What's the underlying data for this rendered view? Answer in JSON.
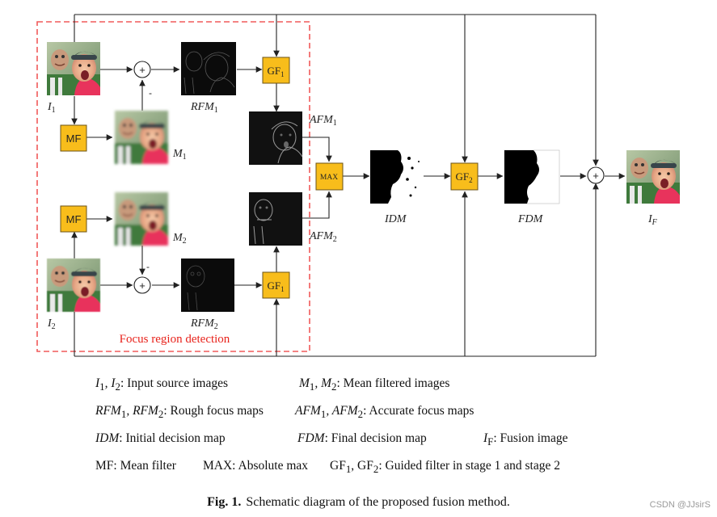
{
  "diagram": {
    "blocks": {
      "mf_top": "MF",
      "mf_bottom": "MF",
      "gf1_top": "GF",
      "gf1_top_sub": "1",
      "gf1_bottom": "GF",
      "gf1_bottom_sub": "1",
      "max": "MAX",
      "gf2": "GF",
      "gf2_sub": "2"
    },
    "ops": {
      "sum_top": "+",
      "sum_bottom": "+",
      "sum_final": "+",
      "minus_top": "-",
      "minus_bottom": "-"
    },
    "image_labels": {
      "i1": "I",
      "i1_sub": "1",
      "i2": "I",
      "i2_sub": "2",
      "m1": "M",
      "m1_sub": "1",
      "m2": "M",
      "m2_sub": "2",
      "rfm1": "RFM",
      "rfm1_sub": "1",
      "rfm2": "RFM",
      "rfm2_sub": "2",
      "afm1": "AFM",
      "afm1_sub": "1",
      "afm2": "AFM",
      "afm2_sub": "2",
      "idm": "IDM",
      "fdm": "FDM",
      "if": "I",
      "if_sub": "F"
    },
    "region_label": "Focus region detection",
    "colors": {
      "block_fill": "#f8bd1b",
      "block_stroke": "#6b5317",
      "region_border": "#f05a5a",
      "region_text": "#e8221b",
      "line": "#222222"
    }
  },
  "legend": {
    "row1": {
      "a": "I",
      "a_sub1": "1",
      "a_sep": ", I",
      "a_sub2": "2",
      "a_desc": ":  Input source images",
      "b": "M",
      "b_sub1": "1",
      "b_sep": ", M",
      "b_sub2": "2",
      "b_desc": ":  Mean filtered images"
    },
    "row2": {
      "a": "RFM",
      "a_sub1": "1",
      "a_sep": ", RFM",
      "a_sub2": "2",
      "a_desc": ":  Rough focus maps",
      "b": "AFM",
      "b_sub1": "1",
      "b_sep": ", AFM",
      "b_sub2": "2",
      "b_desc": ":  Accurate focus maps"
    },
    "row3": {
      "a": "IDM",
      "a_desc": ":  Initial decision map",
      "b": "FDM",
      "b_desc": ":  Final decision map",
      "c": "I",
      "c_sub": "F",
      "c_desc": ":  Fusion image"
    },
    "row4": {
      "a": "MF:  Mean filter",
      "b": "MAX:  Absolute max",
      "c": "GF",
      "c_sub1": "1",
      "c_sep": ", GF",
      "c_sub2": "2",
      "c_desc": ":  Guided filter in stage 1 and stage 2"
    }
  },
  "caption": {
    "label": "Fig. 1.",
    "text": "Schematic diagram of the proposed fusion method."
  },
  "watermark": "CSDN @JJsirS"
}
